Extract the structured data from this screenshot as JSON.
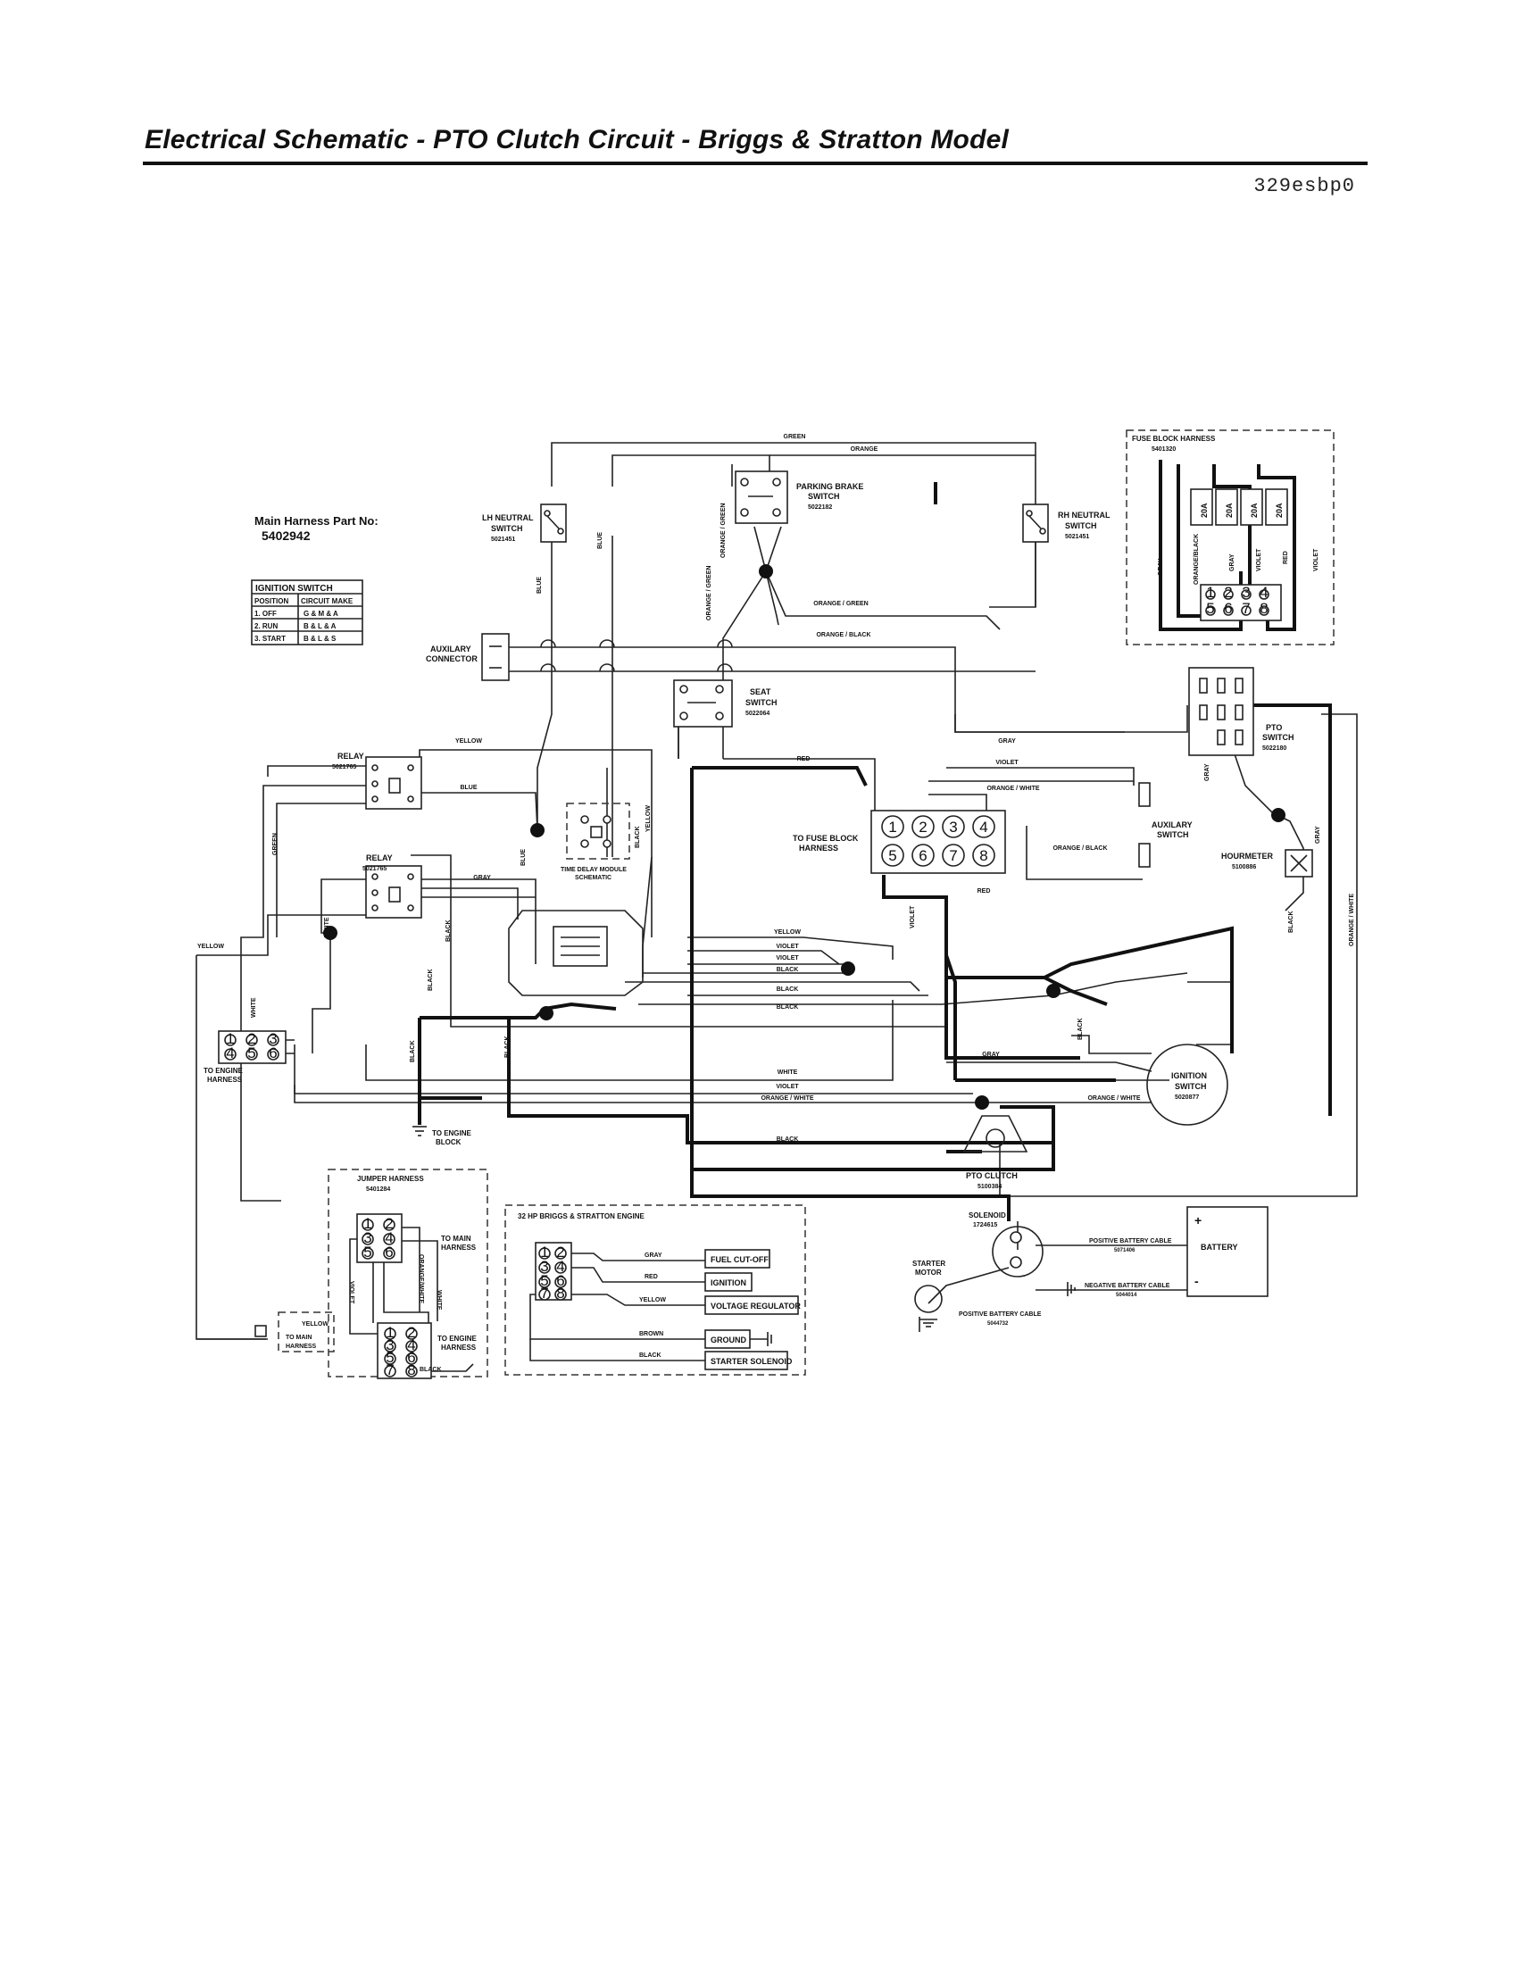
{
  "header": {
    "title": "Electrical Schematic - PTO Clutch Circuit - Briggs & Stratton Model",
    "code": "329esbp0"
  },
  "harness_label": {
    "title": "Main Harness Part No:",
    "part": "5402942"
  },
  "ignition_table": {
    "title": "IGNITION SWITCH",
    "headers": [
      "POSITION",
      "CIRCUIT MAKE"
    ],
    "rows": [
      [
        "1. OFF",
        "G & M & A"
      ],
      [
        "2. RUN",
        "B & L & A"
      ],
      [
        "3. START",
        "B & L & S"
      ]
    ]
  },
  "components": {
    "lh_neutral": {
      "name": "LH NEUTRAL",
      "sub": "SWITCH",
      "part": "5021451"
    },
    "rh_neutral": {
      "name": "RH NEUTRAL",
      "sub": "SWITCH",
      "part": "5021451"
    },
    "parking_brake": {
      "name": "PARKING BRAKE",
      "sub": "SWITCH",
      "part": "5022182"
    },
    "seat_switch": {
      "name": "SEAT",
      "sub": "SWITCH",
      "part": "5022064"
    },
    "auxiliary_connector": {
      "name": "AUXILARY",
      "sub": "CONNECTOR"
    },
    "relay1": {
      "name": "RELAY",
      "part": "5021765"
    },
    "relay2": {
      "name": "RELAY",
      "part": "5021765"
    },
    "time_delay": {
      "name": "TIME DELAY MODULE",
      "sub": "SCHEMATIC"
    },
    "fuse_block_conn": {
      "name": "TO FUSE BLOCK",
      "sub": "HARNESS",
      "pins": [
        "1",
        "2",
        "3",
        "4",
        "5",
        "6",
        "7",
        "8"
      ]
    },
    "aux_switch": {
      "name": "AUXILARY",
      "sub": "SWITCH"
    },
    "pto_switch": {
      "name": "PTO",
      "sub": "SWITCH",
      "part": "5022180"
    },
    "hourmeter": {
      "name": "HOURMETER",
      "part": "5100886"
    },
    "ignition_switch": {
      "name": "IGNITION",
      "sub": "SWITCH",
      "part": "5020877"
    },
    "pto_clutch": {
      "name": "PTO CLUTCH",
      "part": "5100384"
    },
    "engine_harness": {
      "name": "TO ENGINE",
      "sub": "HARNESS",
      "pins": [
        "1",
        "2",
        "3",
        "4",
        "5",
        "6"
      ]
    },
    "engine_block": {
      "name": "TO ENGINE",
      "sub": "BLOCK"
    },
    "solenoid": {
      "name": "SOLENOID",
      "part": "1724615"
    },
    "starter_motor": {
      "name": "STARTER",
      "sub": "MOTOR"
    },
    "battery": {
      "name": "BATTERY",
      "plus": "+",
      "minus": "-"
    },
    "pos_cable_top": {
      "name": "POSITIVE BATTERY CABLE",
      "part": "5071406"
    },
    "neg_cable": {
      "name": "NEGATIVE BATTERY CABLE",
      "part": "5044014"
    },
    "pos_cable_bottom": {
      "name": "POSITIVE BATTERY CABLE",
      "part": "5044732"
    }
  },
  "fuse_block": {
    "title": "FUSE BLOCK HARNESS",
    "part": "5401320",
    "fuses": [
      "20A",
      "20A",
      "20A",
      "20A"
    ],
    "wires": [
      "GRAY",
      "ORANGE/BLACK",
      "GRAY",
      "VIOLET",
      "RED",
      "VIOLET"
    ],
    "pins": [
      "1",
      "2",
      "3",
      "4",
      "5",
      "6",
      "7",
      "8"
    ]
  },
  "jumper_harness": {
    "title": "JUMPER HARNESS",
    "part": "5401284",
    "to_main": "TO MAIN",
    "to_main_sub": "HARNESS",
    "to_engine": "TO ENGINE",
    "to_engine_sub": "HARNESS",
    "wires": [
      "YELLOW",
      "ORANGE/WHITE",
      "WHITE",
      "VIOLET",
      "BLACK"
    ],
    "pins_top": [
      "1",
      "2",
      "3",
      "4",
      "5",
      "6"
    ],
    "pins_bottom": [
      "1",
      "2",
      "3",
      "4",
      "5",
      "6",
      "7",
      "8"
    ]
  },
  "engine_box": {
    "title": "32 HP BRIGGS & STRATTON ENGINE",
    "pins": [
      "1",
      "2",
      "3",
      "4",
      "5",
      "6",
      "7",
      "8"
    ],
    "rows": [
      {
        "wire": "GRAY",
        "target": "FUEL CUT-OFF"
      },
      {
        "wire": "RED",
        "target": "IGNITION"
      },
      {
        "wire": "YELLOW",
        "target": "VOLTAGE REGULATOR"
      },
      {
        "wire": "BROWN",
        "target": "GROUND"
      },
      {
        "wire": "BLACK",
        "target": "STARTER SOLENOID"
      }
    ]
  },
  "wire_labels": {
    "green": "GREEN",
    "orange": "ORANGE",
    "blue": "BLUE",
    "orange_green": "ORANGE / GREEN",
    "orange_black": "ORANGE / BLACK",
    "yellow": "YELLOW",
    "red": "RED",
    "gray": "GRAY",
    "violet": "VIOLET",
    "orange_white": "ORANGE / WHITE",
    "black": "BLACK",
    "white": "WHITE"
  }
}
